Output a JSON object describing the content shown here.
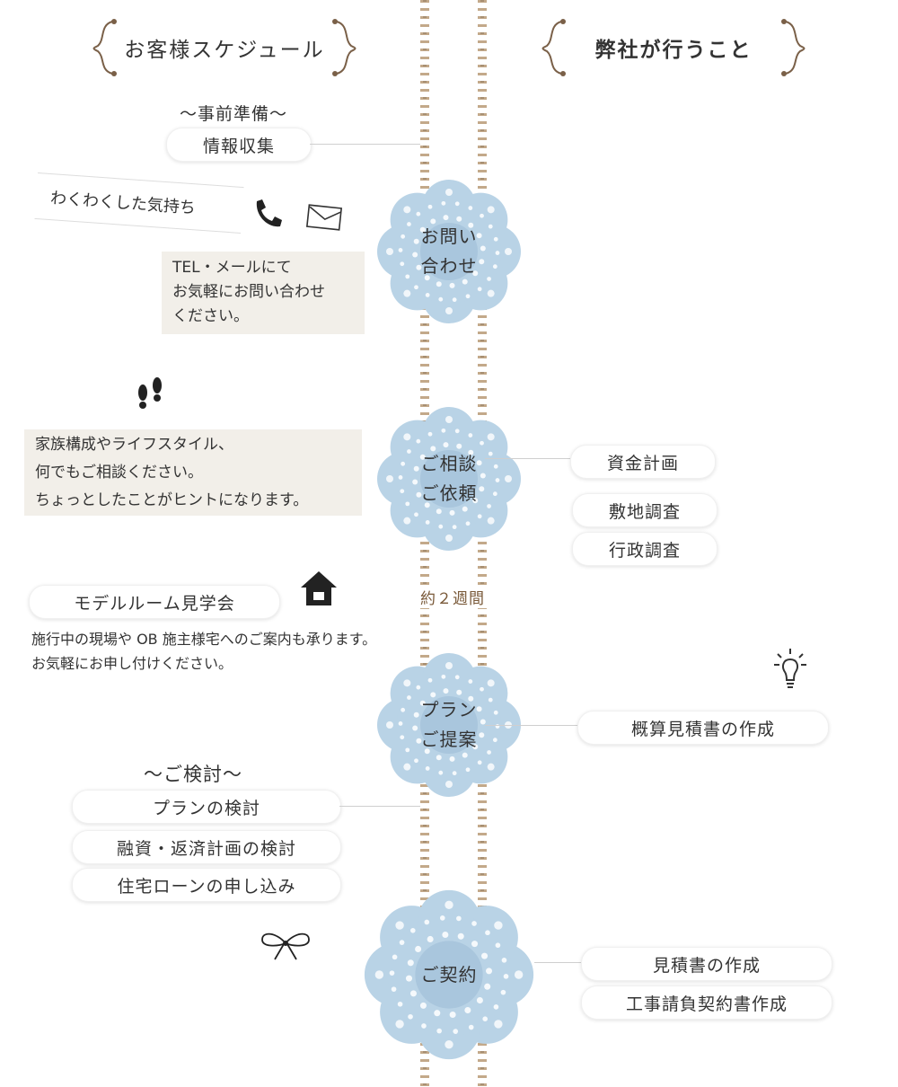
{
  "columns": {
    "customer_title": "お客様スケジュール",
    "company_title": "弊社が行うこと"
  },
  "colors": {
    "doily": "#b9d3e6",
    "doily_center": "#a9c6dd",
    "note_bg": "#f2efe9",
    "vine": "#b08d63"
  },
  "step1": {
    "label": "お問い\n合わせ",
    "section_title": "～事前準備～",
    "pill": "情報収集",
    "tag": "わくわくした気持ち",
    "note_lines": [
      "TEL・メールにて",
      "お気軽にお問い合わせ",
      "ください。"
    ],
    "icons": [
      "phone-icon",
      "mail-icon"
    ]
  },
  "step2": {
    "label": "ご相談\nご依頼",
    "note_lines": [
      "家族構成やライフスタイル、",
      "何でもご相談ください。",
      "ちょっとしたことがヒントになります。"
    ],
    "company_items": [
      "資金計画",
      "敷地調査",
      "行政調査"
    ],
    "icons": [
      "footprints-icon"
    ]
  },
  "duration": "約２週間",
  "model_room": {
    "pill": "モデルルーム見学会",
    "text_lines": [
      "施行中の現場や OB 施主様宅へのご案内も承ります。",
      "お気軽にお申し付けください。"
    ],
    "icons": [
      "house-icon"
    ]
  },
  "step3": {
    "label": "プラン\nご提案",
    "company_items": [
      "概算見積書の作成"
    ],
    "icons": [
      "lightbulb-icon"
    ]
  },
  "review": {
    "section_title": "～ご検討～",
    "items": [
      "プランの検討",
      "融資・返済計画の検討",
      "住宅ローンの申し込み"
    ]
  },
  "step4": {
    "label": "ご契約",
    "company_items": [
      "見積書の作成",
      "工事請負契約書作成"
    ],
    "icons": [
      "ribbon-icon"
    ]
  }
}
